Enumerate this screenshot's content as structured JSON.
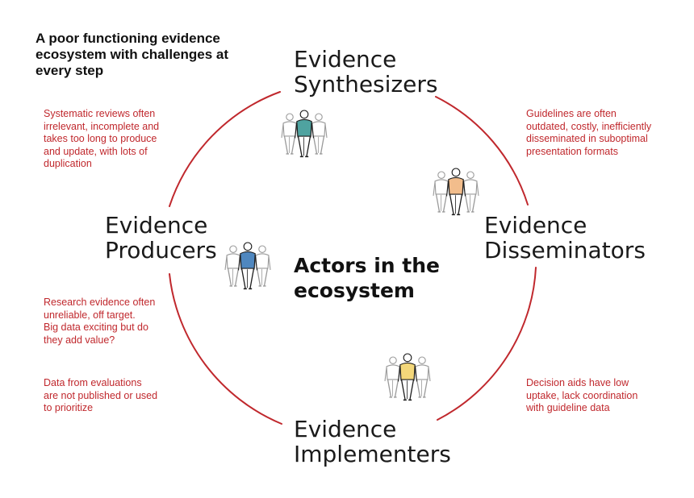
{
  "title_lines": [
    "A poor functioning evidence",
    "ecosystem with challenges at",
    "every step"
  ],
  "center_label_lines": [
    "Actors in the",
    "ecosystem"
  ],
  "actors": {
    "synthesizers": [
      "Evidence",
      "Synthesizers"
    ],
    "disseminators": [
      "Evidence",
      "Disseminators"
    ],
    "implementers": [
      "Evidence",
      "Implementers"
    ],
    "producers": [
      "Evidence",
      "Producers"
    ]
  },
  "notes": {
    "synthesizers": [
      "Systematic reviews often",
      "irrelevant, incomplete and",
      "takes too long to produce",
      "and update, with lots of",
      "duplication"
    ],
    "disseminators": [
      "Guidelines are often",
      "outdated, costly, inefficiently",
      "disseminated in suboptimal",
      "presentation formats"
    ],
    "producers_research": [
      "Research evidence often",
      "unreliable, off target.",
      "Big data exciting but do",
      "they add value?"
    ],
    "producers_data": [
      "Data from evaluations",
      "are not published or used",
      "to prioritize"
    ],
    "implementers": [
      "Decision aids have low",
      "uptake, lack coordination",
      "with guideline data"
    ]
  },
  "colors": {
    "ring": "#c0282d",
    "note_text": "#c0282d",
    "synthesizers_figure": "#4fa3a0",
    "disseminators_figure": "#f2bd8c",
    "implementers_figure": "#f3d77a",
    "producers_figure": "#4f87bf"
  },
  "icons": [
    "people-group-icon"
  ]
}
